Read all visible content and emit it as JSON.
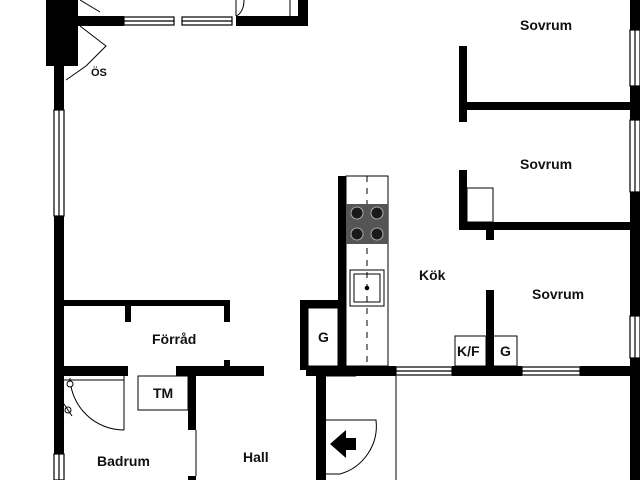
{
  "colors": {
    "wall": "#000000",
    "line": "#000000",
    "glass": "#ffffff"
  },
  "rooms": {
    "sovrum_1": "Sovrum",
    "sovrum_2": "Sovrum",
    "sovrum_3": "Sovrum",
    "kok": "Kök",
    "forrad": "Förråd",
    "badrum": "Badrum",
    "hall": "Hall"
  },
  "fixtures": {
    "os": "ÖS",
    "tm": "TM",
    "g_left": "G",
    "kf": "K/F",
    "g_right": "G"
  },
  "icons": {
    "stove": "stove-icon",
    "sink": "sink-icon",
    "shower": "shower-icon",
    "entrance": "entrance-arrow-icon"
  }
}
